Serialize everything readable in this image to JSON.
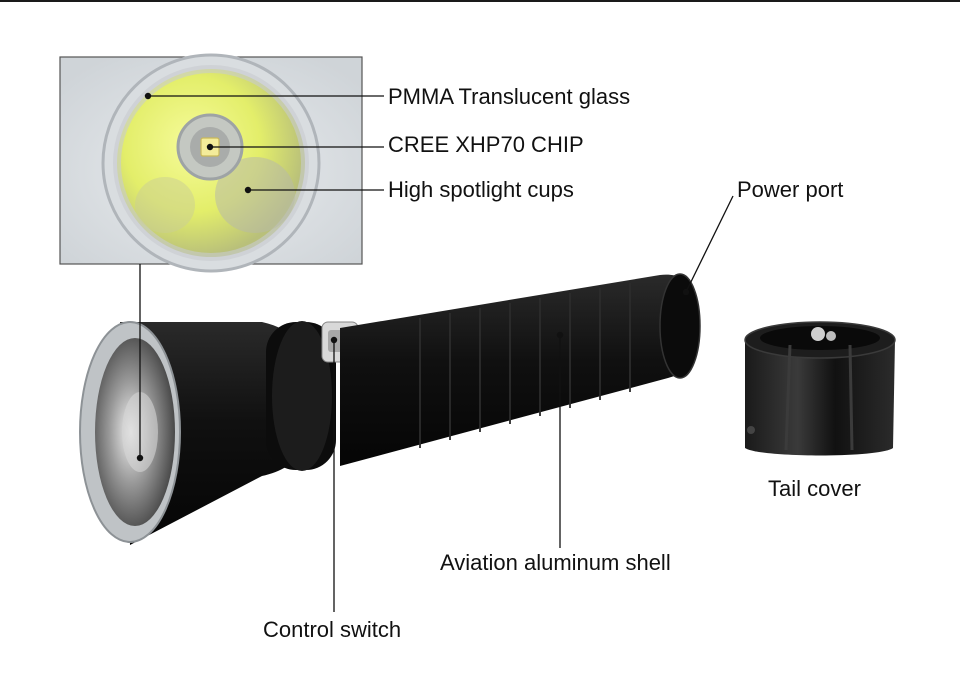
{
  "labels": {
    "pmma_glass": "PMMA Translucent glass",
    "chip": "CREE XHP70 CHIP",
    "spotlight_cups": "High spotlight cups",
    "power_port": "Power port",
    "tail_cover": "Tail cover",
    "shell": "Aviation aluminum shell",
    "control_switch": "Control switch"
  },
  "colors": {
    "body": "#121212",
    "bezel": "#b9bcc0",
    "lens_glow": "#e8f27a",
    "leader_line": "#111111"
  }
}
